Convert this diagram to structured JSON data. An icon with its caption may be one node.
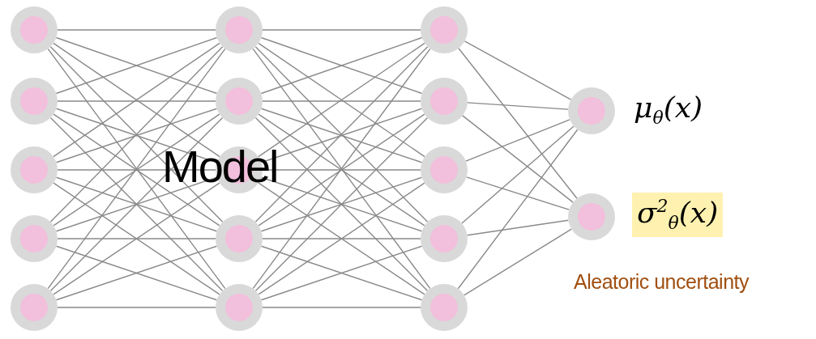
{
  "diagram": {
    "nodes": [
      {
        "text": [],
        "shape": "circle"
      },
      {
        "text": [],
        "shape": "circle"
      },
      {
        "text": [],
        "shape": "circle"
      },
      {
        "text": [],
        "shape": "circle"
      },
      {
        "text": [],
        "shape": "circle"
      },
      {
        "text": [],
        "shape": "circle"
      },
      {
        "text": [],
        "shape": "circle"
      },
      {
        "text": [],
        "shape": "circle"
      },
      {
        "text": [],
        "shape": "circle"
      },
      {
        "text": [],
        "shape": "circle"
      },
      {
        "text": [],
        "shape": "circle"
      },
      {
        "text": [],
        "shape": "circle"
      },
      {
        "text": [],
        "shape": "circle"
      },
      {
        "text": [],
        "shape": "circle"
      },
      {
        "text": [],
        "shape": "circle"
      },
      {
        "text": [],
        "shape": "circle",
        "beside": [
          "μ$_{θ}$(x)"
        ]
      },
      {
        "text": [],
        "shape": "circle",
        "beside": [
          "σ$^{2}$$_{θ}$(x)",
          "Aleatoric uncertainty"
        ]
      }
    ],
    "edges": [
      {
        "from": 0,
        "to": 5,
        "arrow": "none"
      },
      {
        "from": 0,
        "to": 6,
        "arrow": "none"
      },
      {
        "from": 0,
        "to": 7,
        "arrow": "none"
      },
      {
        "from": 0,
        "to": 8,
        "arrow": "none"
      },
      {
        "from": 0,
        "to": 9,
        "arrow": "none"
      },
      {
        "from": 1,
        "to": 5,
        "arrow": "none"
      },
      {
        "from": 1,
        "to": 6,
        "arrow": "none"
      },
      {
        "from": 1,
        "to": 7,
        "arrow": "none"
      },
      {
        "from": 1,
        "to": 8,
        "arrow": "none"
      },
      {
        "from": 1,
        "to": 9,
        "arrow": "none"
      },
      {
        "from": 2,
        "to": 5,
        "arrow": "none"
      },
      {
        "from": 2,
        "to": 6,
        "arrow": "none"
      },
      {
        "from": 2,
        "to": 7,
        "arrow": "none"
      },
      {
        "from": 2,
        "to": 8,
        "arrow": "none"
      },
      {
        "from": 2,
        "to": 9,
        "arrow": "none"
      },
      {
        "from": 3,
        "to": 5,
        "arrow": "none"
      },
      {
        "from": 3,
        "to": 6,
        "arrow": "none"
      },
      {
        "from": 3,
        "to": 7,
        "arrow": "none"
      },
      {
        "from": 3,
        "to": 8,
        "arrow": "none"
      },
      {
        "from": 3,
        "to": 9,
        "arrow": "none"
      },
      {
        "from": 4,
        "to": 5,
        "arrow": "none"
      },
      {
        "from": 4,
        "to": 6,
        "arrow": "none"
      },
      {
        "from": 4,
        "to": 7,
        "arrow": "none"
      },
      {
        "from": 4,
        "to": 8,
        "arrow": "none"
      },
      {
        "from": 4,
        "to": 9,
        "arrow": "none"
      },
      {
        "from": 5,
        "to": 10,
        "arrow": "none"
      },
      {
        "from": 5,
        "to": 11,
        "arrow": "none"
      },
      {
        "from": 5,
        "to": 12,
        "arrow": "none"
      },
      {
        "from": 5,
        "to": 13,
        "arrow": "none"
      },
      {
        "from": 5,
        "to": 14,
        "arrow": "none"
      },
      {
        "from": 6,
        "to": 10,
        "arrow": "none"
      },
      {
        "from": 6,
        "to": 11,
        "arrow": "none"
      },
      {
        "from": 6,
        "to": 12,
        "arrow": "none"
      },
      {
        "from": 6,
        "to": 13,
        "arrow": "none"
      },
      {
        "from": 6,
        "to": 14,
        "arrow": "none"
      },
      {
        "from": 7,
        "to": 10,
        "arrow": "none"
      },
      {
        "from": 7,
        "to": 11,
        "arrow": "none"
      },
      {
        "from": 7,
        "to": 12,
        "arrow": "none"
      },
      {
        "from": 7,
        "to": 13,
        "arrow": "none"
      },
      {
        "from": 7,
        "to": 14,
        "arrow": "none"
      },
      {
        "from": 8,
        "to": 10,
        "arrow": "none"
      },
      {
        "from": 8,
        "to": 11,
        "arrow": "none"
      },
      {
        "from": 8,
        "to": 12,
        "arrow": "none"
      },
      {
        "from": 8,
        "to": 13,
        "arrow": "none"
      },
      {
        "from": 8,
        "to": 14,
        "arrow": "none"
      },
      {
        "from": 9,
        "to": 10,
        "arrow": "none"
      },
      {
        "from": 9,
        "to": 11,
        "arrow": "none"
      },
      {
        "from": 9,
        "to": 12,
        "arrow": "none"
      },
      {
        "from": 9,
        "to": 13,
        "arrow": "none"
      },
      {
        "from": 9,
        "to": 14,
        "arrow": "none"
      },
      {
        "from": 10,
        "to": 15,
        "arrow": "none"
      },
      {
        "from": 10,
        "to": 16,
        "arrow": "none"
      },
      {
        "from": 11,
        "to": 15,
        "arrow": "none"
      },
      {
        "from": 11,
        "to": 16,
        "arrow": "none"
      },
      {
        "from": 12,
        "to": 15,
        "arrow": "none"
      },
      {
        "from": 12,
        "to": 16,
        "arrow": "none"
      },
      {
        "from": 13,
        "to": 15,
        "arrow": "none"
      },
      {
        "from": 13,
        "to": 16,
        "arrow": "none"
      },
      {
        "from": 14,
        "to": 15,
        "arrow": "none"
      },
      {
        "from": 14,
        "to": 16,
        "arrow": "none"
      }
    ],
    "labels": [
      "Model"
    ]
  }
}
